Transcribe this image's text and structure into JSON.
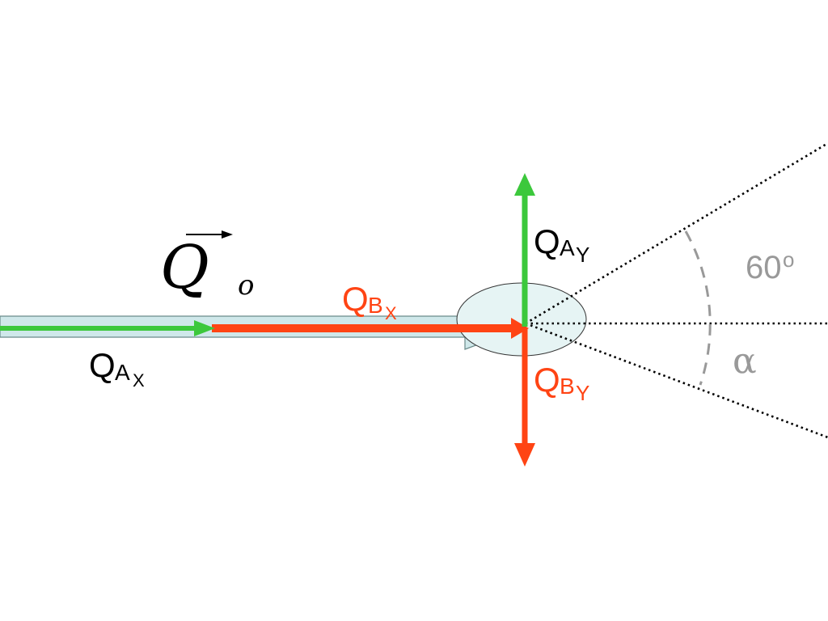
{
  "diagram": {
    "vector_symbol": "Q",
    "vector_subscript": "o",
    "labels": {
      "qax_main": "Q",
      "qax_sub1": "A",
      "qax_sub2": "X",
      "qbx_main": "Q",
      "qbx_sub1": "B",
      "qbx_sub2": "X",
      "qay_main": "Q",
      "qay_sub1": "A",
      "qay_sub2": "Y",
      "qby_main": "Q",
      "qby_sub1": "B",
      "qby_sub2": "Y"
    },
    "angle_top": "60",
    "angle_top_sup": "o",
    "angle_bottom": "α"
  },
  "colors": {
    "green": "#3cc83c",
    "red": "#ff4414",
    "shaft_fill": "#cfe8ea",
    "shaft_stroke": "#6a8a8a",
    "ellipse_fill": "#e6f4f4",
    "gray_text": "#999999",
    "dash_arc": "#999999",
    "black": "#000000"
  }
}
